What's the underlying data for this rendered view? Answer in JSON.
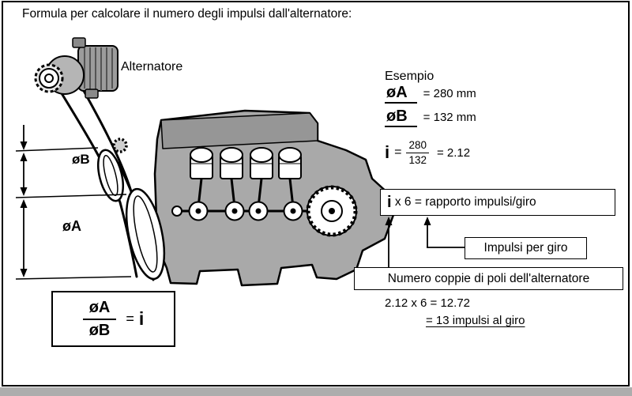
{
  "title": "Formula per calcolare il numero degli impulsi dall'alternatore:",
  "labels": {
    "alternator": "Alternatore",
    "pulley_b": "øB",
    "pulley_a": "øA"
  },
  "example": {
    "heading": "Esempio",
    "dia_a_symbol": "øA",
    "dia_a_value": "= 280 mm",
    "dia_b_symbol": "øB",
    "dia_b_value": "= 132 mm",
    "i_symbol": "i",
    "i_equals": "=",
    "i_numerator": "280",
    "i_denominator": "132",
    "i_result": "= 2.12"
  },
  "pulse_box": {
    "i_symbol": "i",
    "text": " x 6 = rapporto impulsi/giro"
  },
  "impulses_box": {
    "label": "Impulsi per giro"
  },
  "poles_box": {
    "label": "Numero coppie di poli dell'alternatore"
  },
  "calculation": {
    "line1": "2.12 x 6 = 12.72",
    "line2": "= 13 impulsi al giro"
  },
  "formula_box": {
    "numerator": "øA",
    "denominator": "øB",
    "equals": "=",
    "i_symbol": "i"
  },
  "colors": {
    "engine_fill": "#a9a9a9",
    "line": "#000000",
    "background": "#ffffff"
  }
}
